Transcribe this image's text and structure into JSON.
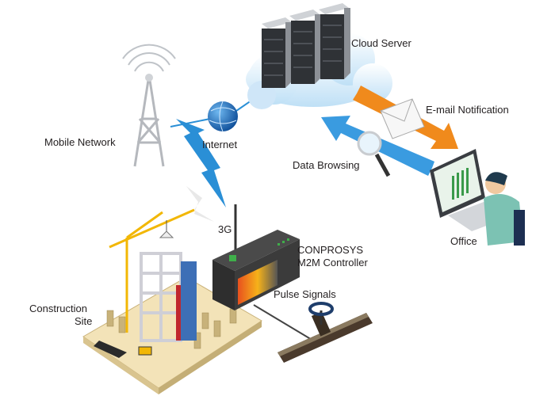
{
  "labels": {
    "cloud_server": "Cloud Server",
    "email_notification": "E-mail Notification",
    "data_browsing": "Data Browsing",
    "office": "Office",
    "mobile_network": "Mobile Network",
    "internet": "Internet",
    "three_g": "3G",
    "controller_line1": "CONPROSYS",
    "controller_line2": "M2M Controller",
    "pulse_signals": "Pulse Signals",
    "construction_line1": "Construction",
    "construction_line2": "Site"
  },
  "colors": {
    "network_blue": "#2a8fd6",
    "email_arrow": "#f08a1c",
    "browse_arrow": "#3a9be0",
    "cloud": "#d6ecfa",
    "controller_body": "#3a3a3a",
    "crane": "#f2b705"
  }
}
